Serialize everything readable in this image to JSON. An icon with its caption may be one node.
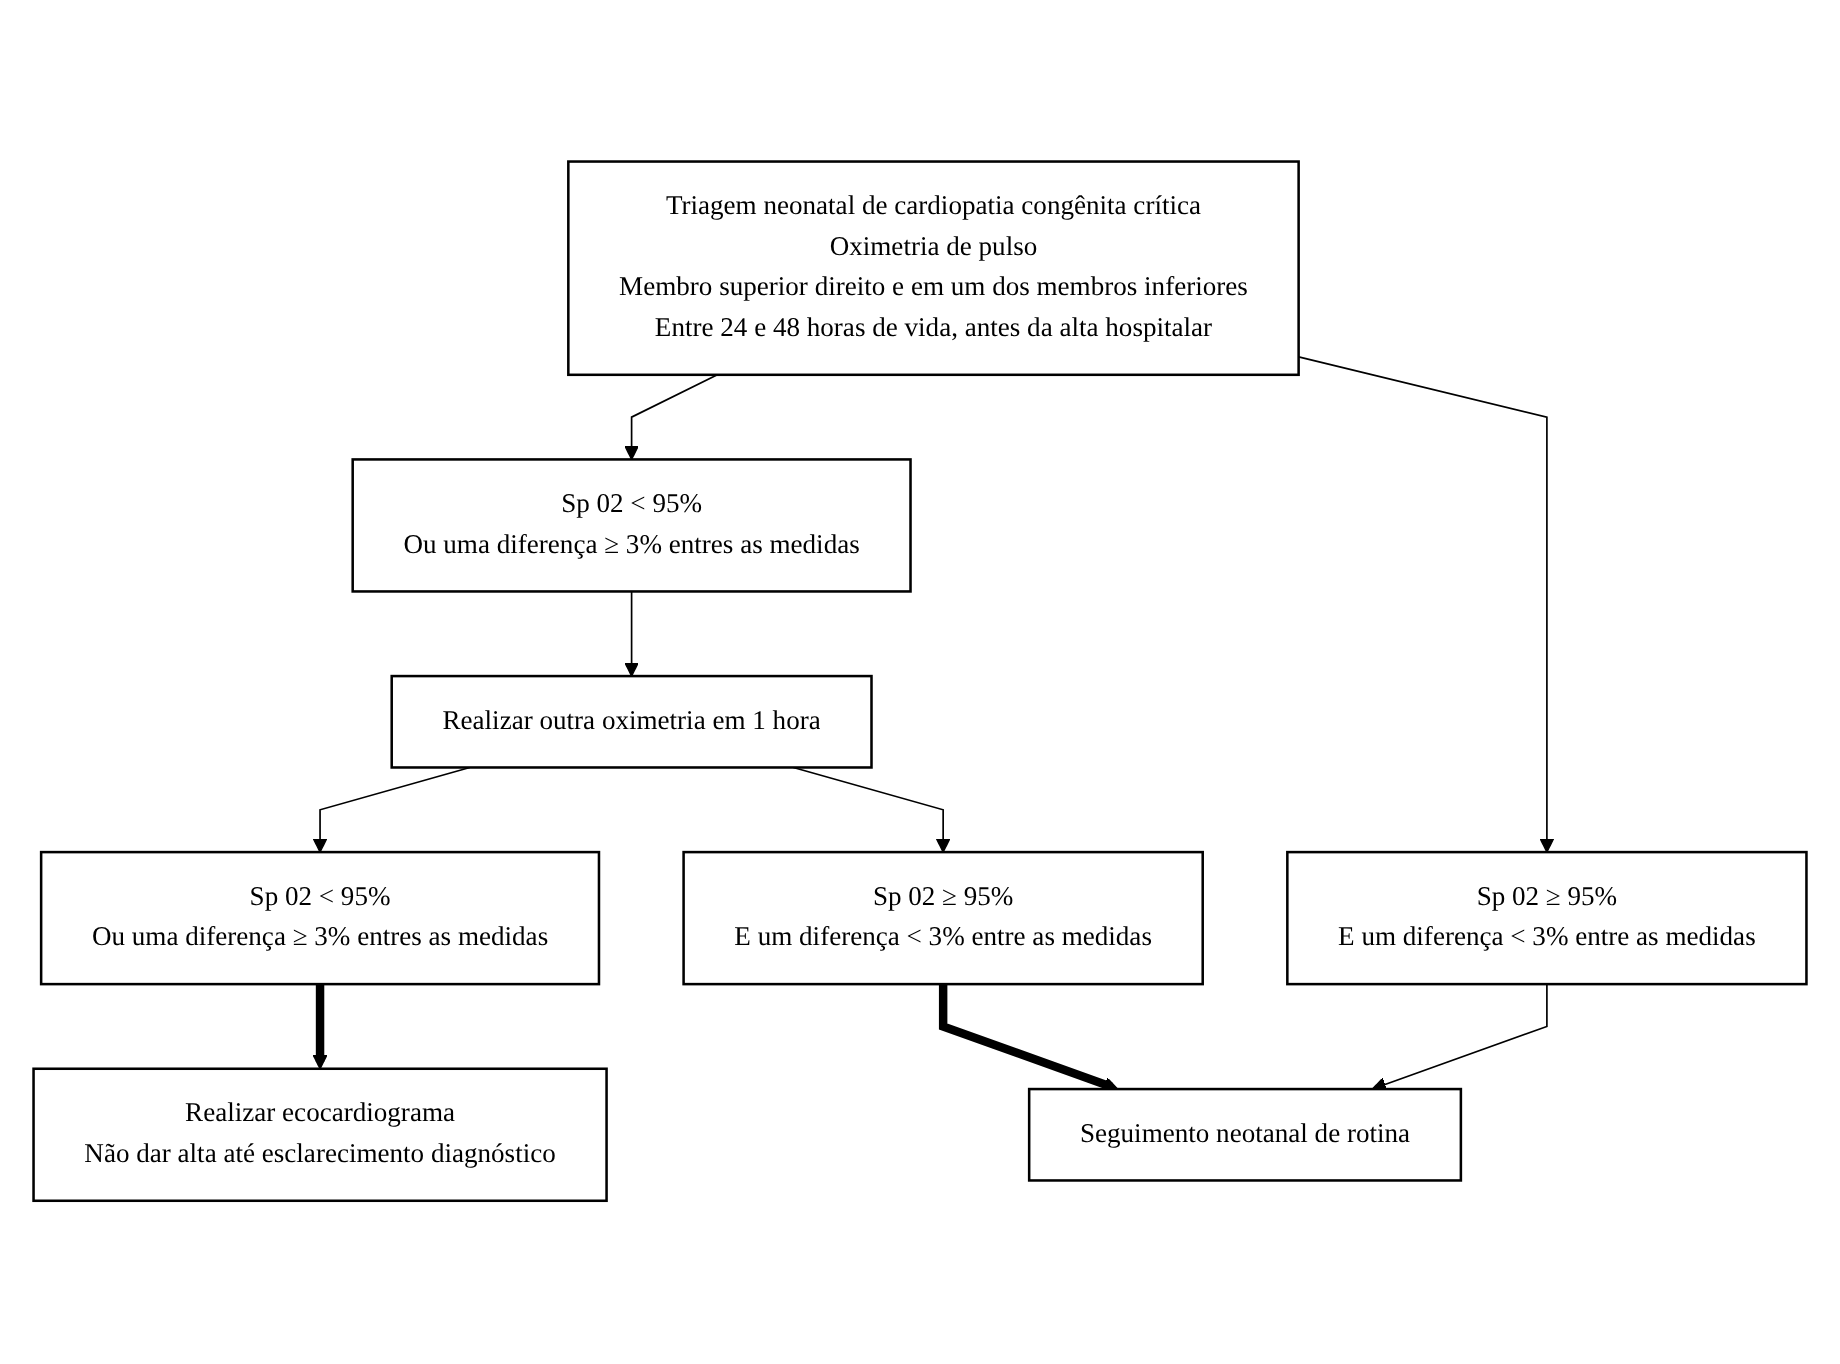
{
  "diagram": {
    "nodes": [
      {
        "text": [
          "Triagem neonatal de cardiopatia congênita crítica",
          "Oximetria de pulso",
          "Membro superior direito e em um dos membros inferiores",
          "Entre 24 e 48 horas de vida, antes da alta hospitalar"
        ]
      },
      {
        "text": [
          "Sp 02 < 95%",
          "Ou uma diferença ≥ 3%  entres as medidas"
        ]
      },
      {
        "text": [
          "Sp 02 ≥ 95%",
          "E um diferença < 3% entre as medidas"
        ]
      },
      {
        "text": [
          "Realizar outra oximetria em 1 hora"
        ]
      },
      {
        "text": [
          "Sp 02 < 95%",
          "Ou uma diferença ≥ 3%  entres as medidas"
        ]
      },
      {
        "text": [
          "Sp 02 ≥ 95%",
          "E um diferença < 3% entre as medidas"
        ]
      },
      {
        "text": [
          "Seguimento neotanal de rotina"
        ]
      },
      {
        "text": [
          "Realizar ecocardiograma",
          "Não dar alta até esclarecimento diagnóstico"
        ]
      }
    ],
    "edges": [
      {
        "from": 0,
        "to": 1,
        "arrow": "to"
      },
      {
        "from": 0,
        "to": 2,
        "arrow": "to"
      },
      {
        "from": 1,
        "to": 3,
        "arrow": "to"
      },
      {
        "from": 3,
        "to": 4,
        "arrow": "to"
      },
      {
        "from": 3,
        "to": 5,
        "arrow": "to"
      },
      {
        "from": 2,
        "to": 6,
        "arrow": "to"
      },
      {
        "from": 5,
        "to": 6,
        "arrow": "to",
        "style": "thick"
      },
      {
        "from": 4,
        "to": 7,
        "arrow": "to",
        "style": "thick"
      }
    ]
  }
}
